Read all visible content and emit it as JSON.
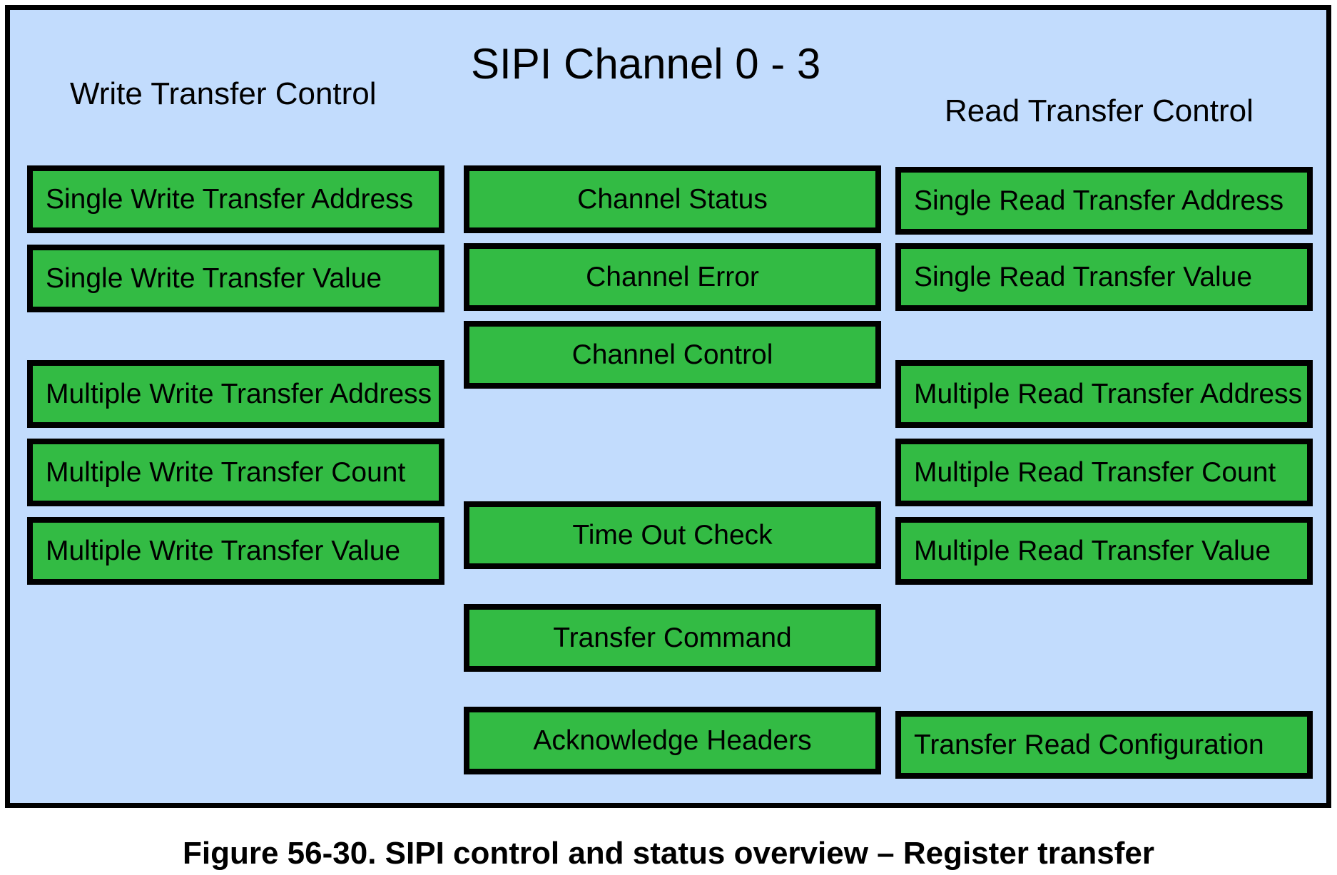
{
  "diagram": {
    "title": "SIPI Channel 0 - 3",
    "write_section": {
      "title": "Write Transfer Control",
      "registers": [
        "Single Write Transfer Address",
        "Single Write Transfer Value",
        "Multiple Write Transfer Address",
        "Multiple Write Transfer Count",
        "Multiple Write Transfer Value"
      ]
    },
    "center_section": {
      "registers": [
        "Channel Status",
        "Channel Error",
        "Channel Control",
        "Time Out Check",
        "Transfer Command",
        "Acknowledge Headers"
      ]
    },
    "read_section": {
      "title": "Read Transfer Control",
      "registers": [
        "Single Read Transfer Address",
        "Single Read Transfer Value",
        "Multiple Read Transfer Address",
        "Multiple Read Transfer Count",
        "Multiple Read Transfer Value",
        "Transfer Read Configuration"
      ]
    }
  },
  "caption": "Figure 56-30. SIPI control and status overview – Register transfer",
  "colors": {
    "panel_background": "#c2dcfd",
    "register_box": "#33bb44",
    "border": "#000000"
  }
}
